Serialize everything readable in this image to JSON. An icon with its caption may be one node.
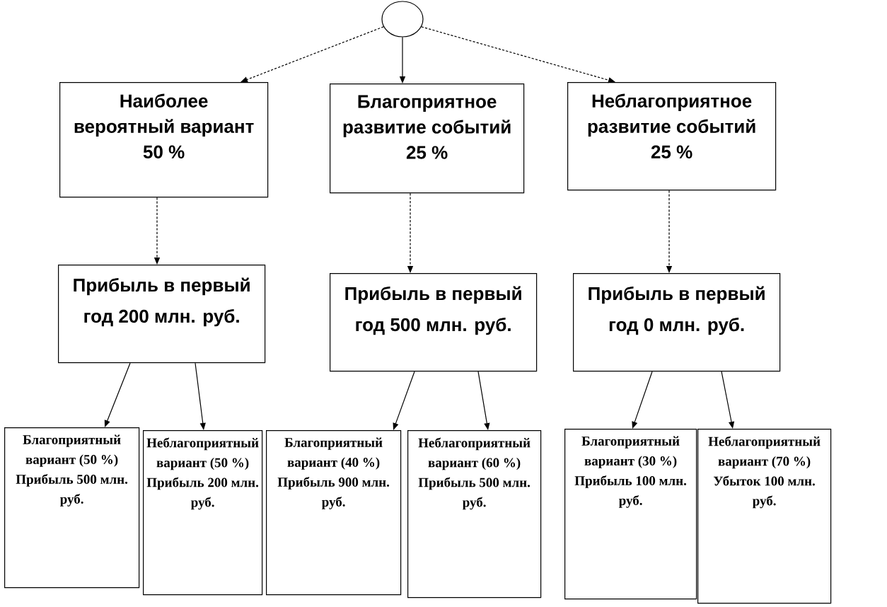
{
  "diagram": {
    "nodes": [
      {
        "text": [],
        "shape": "circle"
      },
      {
        "text": [
          "Наиболее вероятный вариант 50 %"
        ]
      },
      {
        "text": [
          "Благоприятное развитие событий 25 %"
        ]
      },
      {
        "text": [
          "Неблагоприятное развитие событий 25 %"
        ]
      },
      {
        "text": [
          "Прибыль в первый год 200 млн. руб."
        ]
      },
      {
        "text": [
          "Прибыль в первый год 500 млн. руб."
        ]
      },
      {
        "text": [
          "Прибыль в первый год 0 млн. руб."
        ]
      },
      {
        "text": [
          "Благоприятный вариант (50 %) Прибыль 500 млн. руб."
        ]
      },
      {
        "text": [
          "Неблагоприятный вариант (50 %) Прибыль 200 млн. руб."
        ]
      },
      {
        "text": [
          "Благоприятный вариант (40 %) Прибыль 900 млн. руб."
        ]
      },
      {
        "text": [
          "Неблагоприятный вариант (60 %) Прибыль 500 млн. руб."
        ]
      },
      {
        "text": [
          "Благоприятный вариант (30 %) Прибыль 100 млн. руб."
        ]
      },
      {
        "text": [
          "Неблагоприятный вариант (70 %) Убыток 100 млн. руб."
        ]
      }
    ],
    "edges": [
      {
        "from": 0,
        "to": 1,
        "arrow": "to",
        "style": "dashed"
      },
      {
        "from": 0,
        "to": 2,
        "arrow": "to"
      },
      {
        "from": 0,
        "to": 3,
        "arrow": "to",
        "style": "dashed"
      },
      {
        "from": 1,
        "to": 4,
        "arrow": "to",
        "style": "dashed"
      },
      {
        "from": 2,
        "to": 5,
        "arrow": "to",
        "style": "dashed"
      },
      {
        "from": 3,
        "to": 6,
        "arrow": "to",
        "style": "dashed"
      },
      {
        "from": 4,
        "to": 7,
        "arrow": "to"
      },
      {
        "from": 4,
        "to": 8,
        "arrow": "to"
      },
      {
        "from": 5,
        "to": 9,
        "arrow": "to"
      },
      {
        "from": 5,
        "to": 10,
        "arrow": "to"
      },
      {
        "from": 6,
        "to": 11,
        "arrow": "to"
      },
      {
        "from": 6,
        "to": 12,
        "arrow": "to"
      }
    ]
  }
}
